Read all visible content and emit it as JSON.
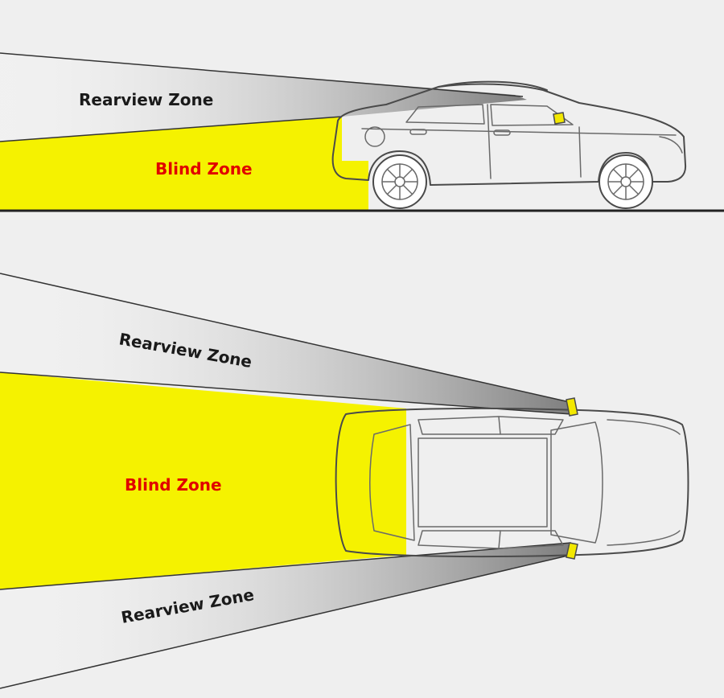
{
  "colors": {
    "background": "#efefef",
    "blind_zone_fill": "#f5f200",
    "rearview_zone_fill": "#9a9a9a",
    "rearview_label": "#1a1a1a",
    "blind_label": "#e00000",
    "divider": "#222222",
    "car_body": "#ffffff",
    "mirror_highlight": "#f3e800"
  },
  "side_view": {
    "rearview_label": "Rearview Zone",
    "blind_label": "Blind Zone"
  },
  "top_view": {
    "rearview_upper_label": "Rearview Zone",
    "blind_label": "Blind Zone",
    "rearview_lower_label": "Rearview Zone"
  }
}
